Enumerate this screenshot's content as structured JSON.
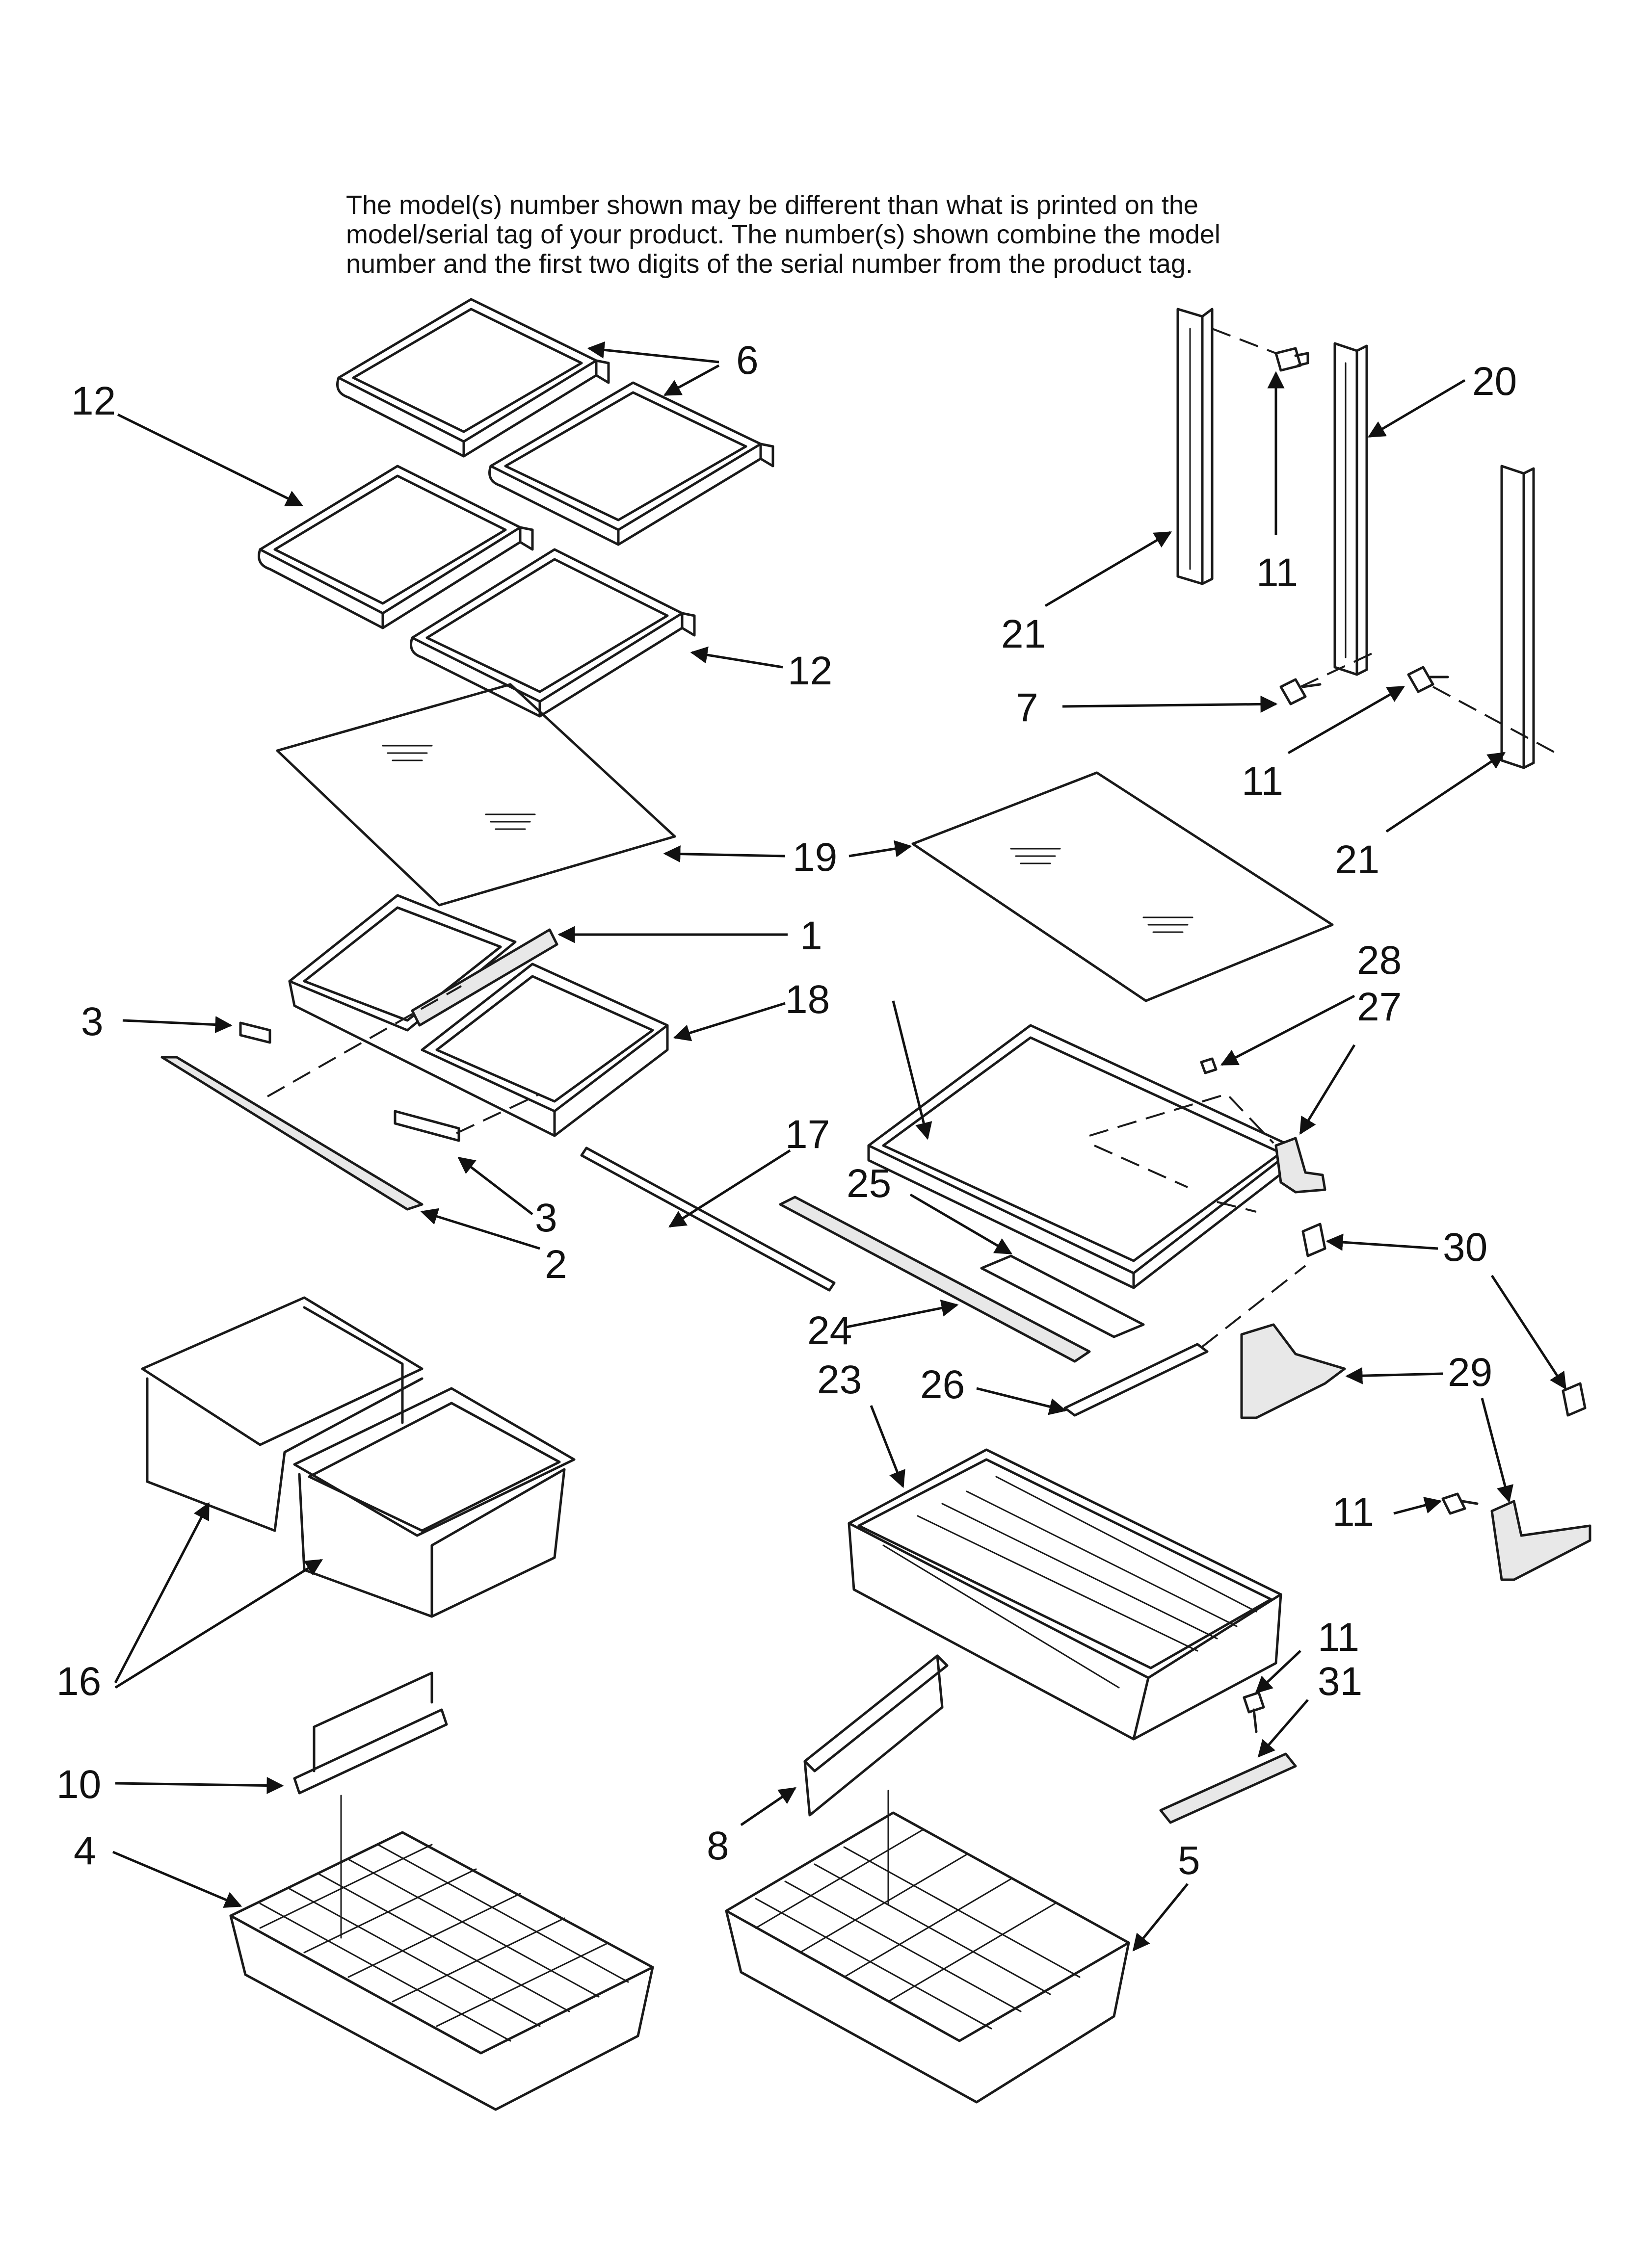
{
  "notice_lines": [
    "The model(s) number shown may be different than what is printed on the",
    "model/serial tag of your product. The number(s) shown combine the model",
    "number and the first two digits of the serial number from the product tag."
  ],
  "callouts": {
    "c1": "1",
    "c2": "2",
    "c3a": "3",
    "c3b": "3",
    "c4": "4",
    "c5": "5",
    "c6": "6",
    "c7": "7",
    "c8": "8",
    "c10": "10",
    "c11a": "11",
    "c11b": "11",
    "c11c": "11",
    "c11d": "11",
    "c12a": "12",
    "c12b": "12",
    "c16": "16",
    "c17": "17",
    "c18": "18",
    "c19": "19",
    "c20": "20",
    "c21a": "21",
    "c21b": "21",
    "c23": "23",
    "c24": "24",
    "c25": "25",
    "c26": "26",
    "c27": "27",
    "c28": "28",
    "c29": "29",
    "c30": "30",
    "c31": "31"
  }
}
